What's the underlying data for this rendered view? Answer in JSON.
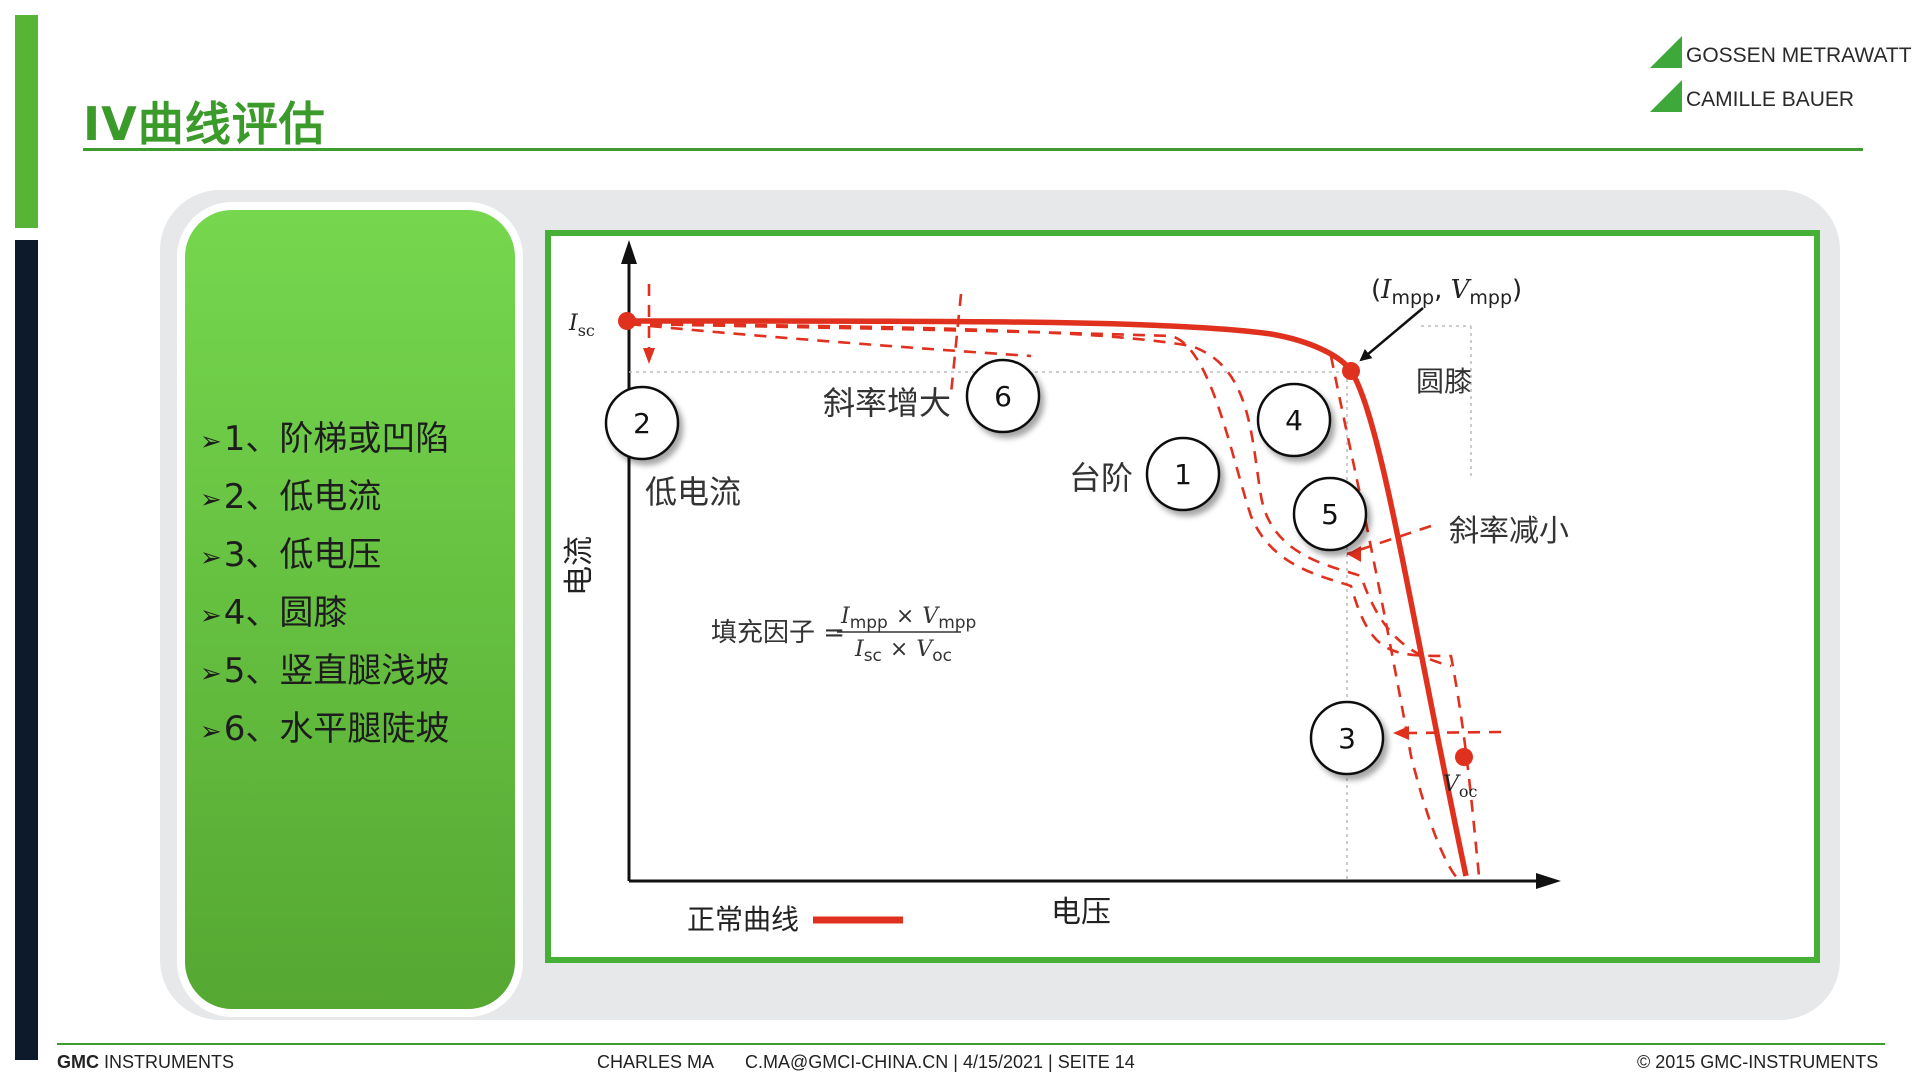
{
  "slide": {
    "title": "IV曲线评估",
    "logo": {
      "line1": "GOSSEN METRAWATT",
      "line2": "CAMILLE BAUER"
    },
    "accent_green": "#3e9b2f",
    "sidebar_dark": "#0d1a2c"
  },
  "fault_list": {
    "arrow": "➢",
    "items": [
      "1、阶梯或凹陷",
      "2、低电流",
      "3、低电压",
      "4、圆膝",
      "5、竖直腿浅坡",
      "6、水平腿陡坡"
    ]
  },
  "diagram": {
    "curve_color": "#e0301e",
    "isc_label_main": "I",
    "isc_label_sub": "sc",
    "voc_label_main": "V",
    "voc_label_sub": "oc",
    "mpp_label": {
      "open": "(",
      "i": "I",
      "i_sub": "mpp",
      "sep": ", ",
      "v": "V",
      "v_sub": "mpp",
      "close": ")"
    },
    "y_axis_label": "电流",
    "x_axis_label": "电压",
    "legend_label": "正常曲线",
    "annotations": {
      "low_current": "低电流",
      "slope_increase": "斜率增大",
      "step": "台阶",
      "round_knee": "圆膝",
      "slope_decrease": "斜率减小"
    },
    "markers": [
      "1",
      "2",
      "3",
      "4",
      "5",
      "6"
    ],
    "fill_factor": {
      "label": "填充因子 =",
      "num_i": "I",
      "num_i_sub": "mpp",
      "times": "×",
      "num_v": "V",
      "num_v_sub": "mpp",
      "den_i": "I",
      "den_i_sub": "sc",
      "den_v": "V",
      "den_v_sub": "oc"
    }
  },
  "footer": {
    "brand_bold": "GMC",
    "brand_rest": " INSTRUMENTS",
    "author": "CHARLES MA",
    "contact": "C.MA@GMCI-CHINA.CN | 4/15/2021 | SEITE 14",
    "copyright": "© 2015 GMC-INSTRUMENTS"
  }
}
